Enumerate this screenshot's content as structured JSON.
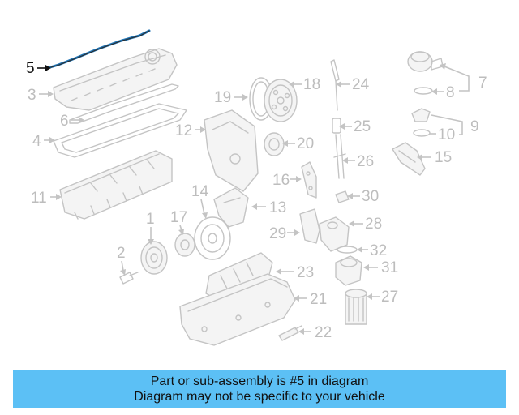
{
  "diagram": {
    "highlighted_part": "5",
    "callouts": [
      "1",
      "2",
      "3",
      "4",
      "5",
      "6",
      "7",
      "8",
      "9",
      "10",
      "11",
      "12",
      "13",
      "14",
      "15",
      "16",
      "17",
      "18",
      "19",
      "20",
      "21",
      "22",
      "23",
      "24",
      "25",
      "26",
      "27",
      "28",
      "29",
      "30",
      "31",
      "32"
    ]
  },
  "banner": {
    "line1": "Part or sub-assembly is #5 in diagram",
    "line2": "Diagram may not be specific to your vehicle"
  },
  "colors": {
    "banner_background": "#5cc0f5",
    "highlight_part": "#1f74b5",
    "part_lines": "#c4c4c4"
  }
}
